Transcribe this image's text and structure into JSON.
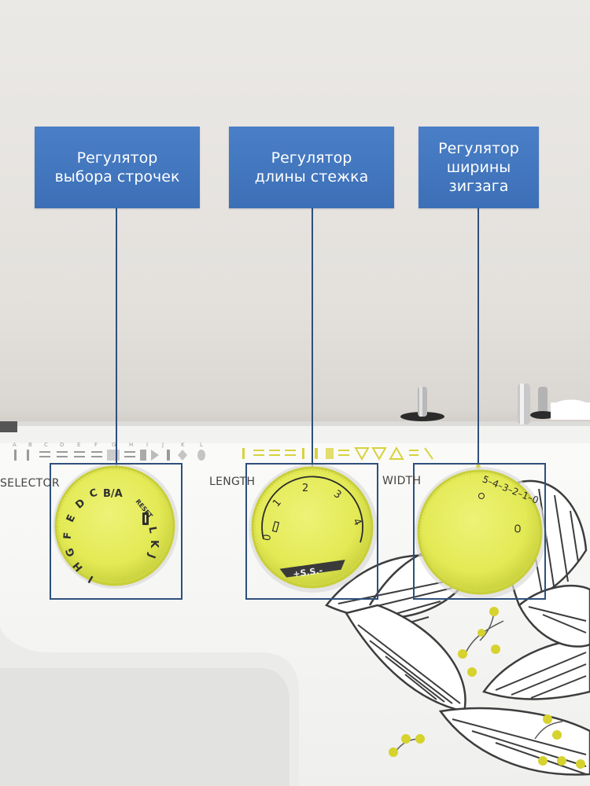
{
  "callouts": [
    {
      "line1": "Регулятор",
      "line2": "выбора строчек",
      "line3": ""
    },
    {
      "line1": "Регулятор",
      "line2": "длины стежка",
      "line3": ""
    },
    {
      "line1": "Регулятор",
      "line2": "ширины",
      "line3": "зигзага"
    }
  ],
  "labels": {
    "selector": "SELECTOR",
    "length": "LENGTH",
    "width": "WIDTH"
  },
  "selector_dial": {
    "ba": "B/A",
    "reset": "RESET",
    "letters": [
      "C",
      "D",
      "E",
      "F",
      "G",
      "H",
      "I",
      "J",
      "K",
      "L"
    ]
  },
  "length_dial": {
    "marks": [
      "0",
      "1",
      "2",
      "3",
      "4"
    ],
    "ss": "+S.S.-"
  },
  "width_dial": {
    "scale": "5–4–3–2–1–0"
  },
  "pattern_letters": [
    "A",
    "B",
    "C",
    "D",
    "E",
    "F",
    "G",
    "H",
    "I",
    "J",
    "K",
    "L"
  ],
  "colors": {
    "callout_blue": "#3f74bb",
    "dial_yellow": "#e6ec5c",
    "machine_white": "#f7f7f5",
    "accent_yellow": "#d8d23a"
  }
}
